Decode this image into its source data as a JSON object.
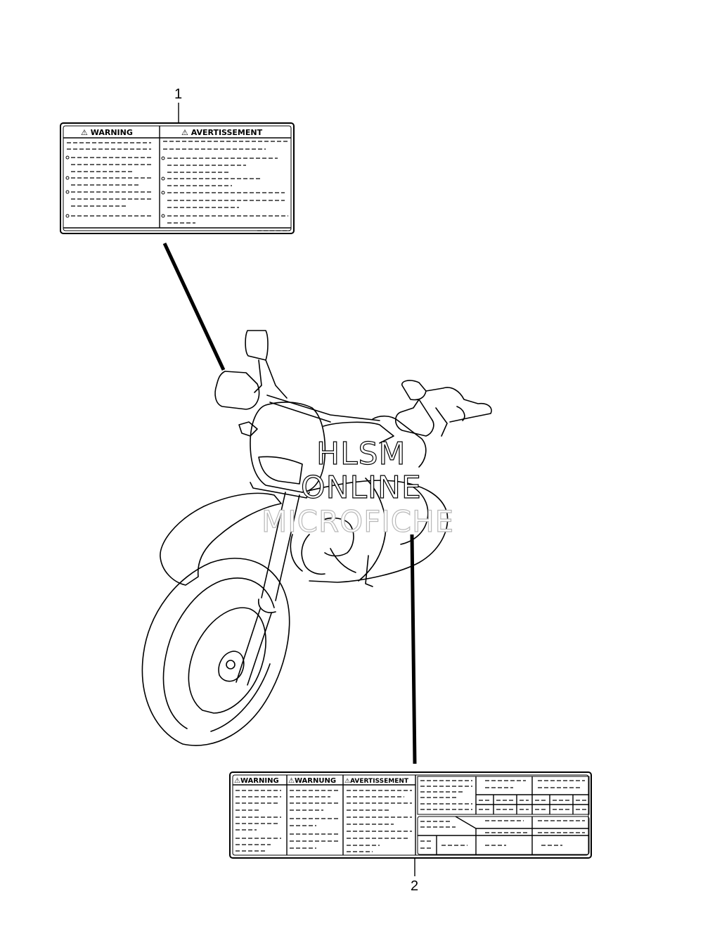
{
  "callouts": {
    "part1": "1",
    "part2": "2"
  },
  "label1": {
    "header_left": "⚠ WARNING",
    "header_right": "⚠ AVERTISSEMENT"
  },
  "label2": {
    "header_1": "⚠WARNING",
    "header_2": "⚠WARNUNG",
    "header_3": "⚠AVERTISSEMENT"
  },
  "watermark": {
    "line1": "HLSM",
    "line2": "ONLINE",
    "line3": "MICROFICHE"
  }
}
